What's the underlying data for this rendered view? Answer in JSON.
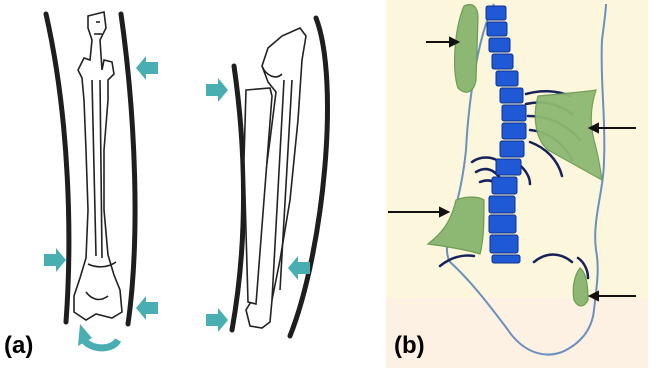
{
  "panels": [
    {
      "id": "a",
      "label": "(a)"
    },
    {
      "id": "b",
      "label": "(b)"
    }
  ],
  "colors": {
    "arrow_teal": "#49aeb1",
    "splint": "#1e1e1e",
    "bone_outline": "#222222",
    "panel_b_background": "#fcf6dc",
    "panel_b_lower_background": "#fdf1e4",
    "body_outline": "#6b8fbf",
    "pad_green": "#8db873",
    "pad_green_dark": "#6e9a55",
    "vertebra_blue": "#1f59d6",
    "vertebra_dark": "#0d2f8c",
    "rib_navy": "#17215a"
  }
}
